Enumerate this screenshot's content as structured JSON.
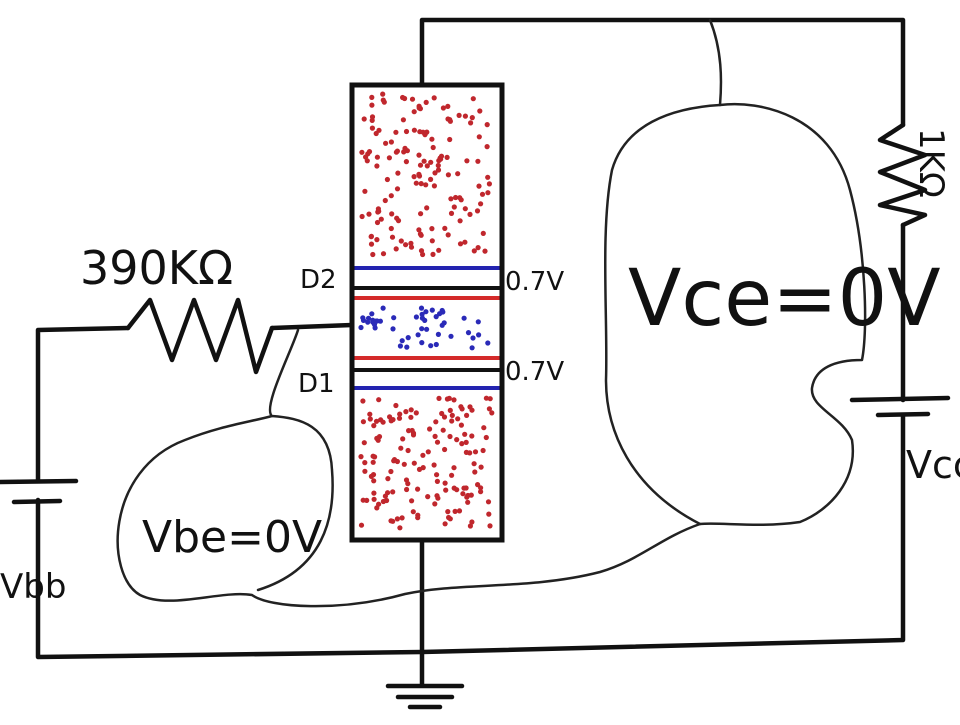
{
  "labels": {
    "resistor_base": "390KΩ",
    "resistor_collector": "1KΩ",
    "diode_2": "D2",
    "diode_1": "D1",
    "voltage_top": "0.7V",
    "voltage_bottom": "0.7V",
    "vce": "Vce=0V",
    "vbe": "Vbe=0V",
    "vcc": "Vcc",
    "vbb": "Vbb"
  },
  "colors": {
    "n_carriers": "#c0272d",
    "p_carriers": "#2a2ab8",
    "wire": "#111111",
    "red_band": "#d42a2a",
    "blue_band": "#2323b0"
  }
}
